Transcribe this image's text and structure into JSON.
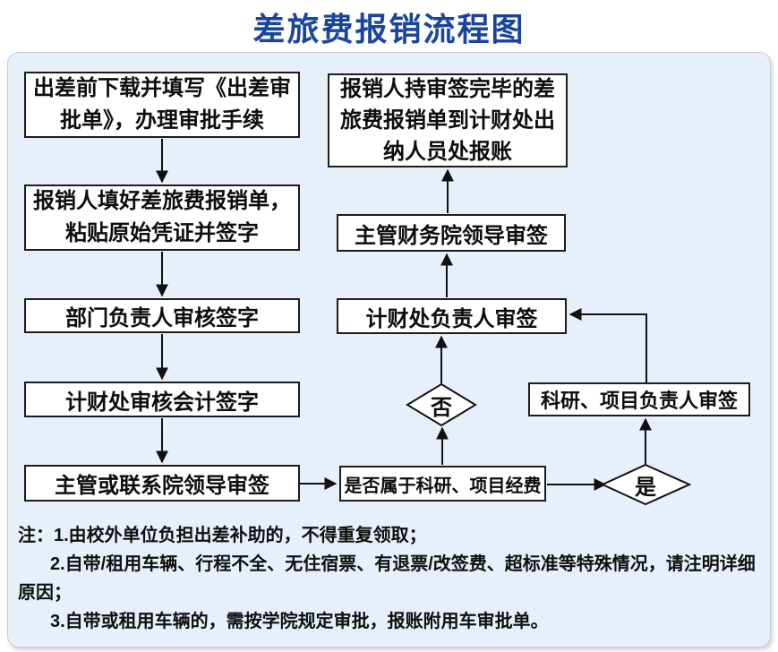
{
  "title": "差旅费报销流程图",
  "colors": {
    "title_blue": "#1a459c",
    "panel_bg": "#e7f0fa",
    "box_bg": "#ffffff",
    "box_border": "#1c1c1c",
    "line": "#111111"
  },
  "flowchart": {
    "boxes": [
      {
        "id": "download-approval-form",
        "label": "出差前下载并填写《出差审批单》，办理审批手续"
      },
      {
        "id": "fill-reimbursement-form",
        "label": "报销人填好差旅费报销单，粘贴原始凭证并签字"
      },
      {
        "id": "department-head-sign",
        "label": "部门负责人审核签字"
      },
      {
        "id": "finance-accountant-sign",
        "label": "计财处审核会计签字"
      },
      {
        "id": "college-leader-sign",
        "label": "主管或联系院领导审签"
      },
      {
        "id": "is-research-project-fund",
        "label": "是否属于科研、项目经费"
      },
      {
        "id": "project-leader-sign",
        "label": "科研、项目负责人审签"
      },
      {
        "id": "finance-head-sign",
        "label": "计财处负责人审签"
      },
      {
        "id": "finance-college-leader-sign",
        "label": "主管财务院领导审签"
      },
      {
        "id": "cashier-settle",
        "label": "报销人持审签完毕的差旅费报销单到计财处出纳人员处报账"
      }
    ],
    "decisions": [
      {
        "id": "no",
        "label": "否"
      },
      {
        "id": "yes",
        "label": "是"
      }
    ]
  },
  "notes": {
    "lines": [
      "注：1.由校外单位负担出差补助的，不得重复领取；",
      "2.自带/租用车辆、行程不全、无住宿票、有退票/改签费、超标准等特殊情况，请注明详细",
      "原因；",
      "3.自带或租用车辆的，需按学院规定审批，报账附用车审批单。"
    ]
  }
}
